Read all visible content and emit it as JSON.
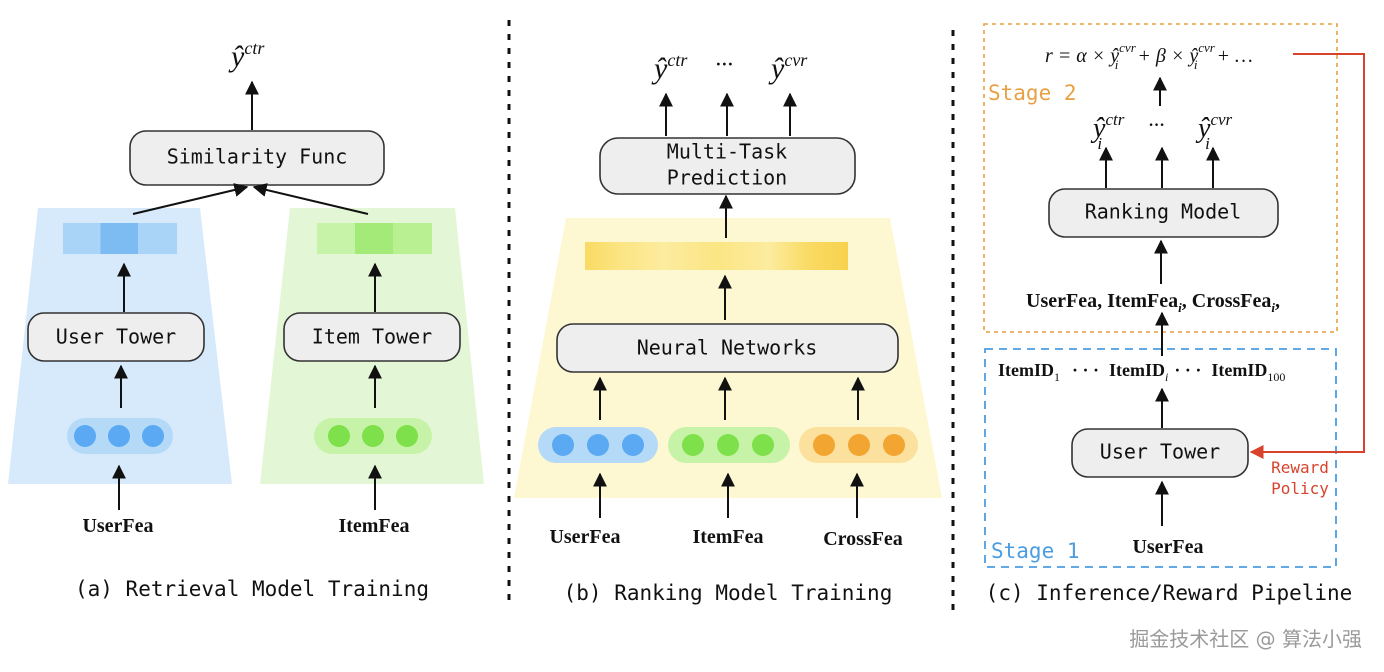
{
  "panel_a": {
    "caption": "(a) Retrieval Model Training",
    "output": "ŷ",
    "output_sup": "ctr",
    "similarity_label": "Similarity Func",
    "user_tower_label": "User Tower",
    "item_tower_label": "Item Tower",
    "user_feature": "UserFea",
    "item_feature": "ItemFea"
  },
  "panel_b": {
    "caption": "(b) Ranking Model Training",
    "output_ctr": "ŷ",
    "output_ctr_sup": "ctr",
    "output_dots": "···",
    "output_cvr": "ŷ",
    "output_cvr_sup": "cvr",
    "mtl_line1": "Multi-Task",
    "mtl_line2": "Prediction",
    "nn_label": "Neural Networks",
    "user_feature": "UserFea",
    "item_feature": "ItemFea",
    "cross_feature": "CrossFea"
  },
  "panel_c": {
    "caption": "(c) Inference/Reward Pipeline",
    "reward_formula": "r = α × ŷ",
    "reward_formula_sup1": "cvr",
    "reward_formula_sub1": "i",
    "reward_formula_mid": " + β × ŷ",
    "reward_formula_sup2": "cvr",
    "reward_formula_sub2": "i",
    "reward_formula_end": " + …",
    "stage2_label": "Stage 2",
    "stage1_label": "Stage 1",
    "output_ctr": "ŷ",
    "output_ctr_sup": "ctr",
    "output_ctr_sub": "i",
    "output_dots": "···",
    "output_cvr": "ŷ",
    "output_cvr_sup": "cvr",
    "output_cvr_sub": "i",
    "ranking_model_label": "Ranking Model",
    "features_line": "UserFea, ItemFea",
    "features_sub1": "i",
    "features_mid": ", CrossFea",
    "features_sub2": "i",
    "features_end": ",",
    "item_first": "ItemID",
    "item_first_sub": "1",
    "item_dots1": "· · ·",
    "item_mid": "ItemID",
    "item_mid_sub": "i",
    "item_dots2": "· · ·",
    "item_last": "ItemID",
    "item_last_sub": "100",
    "user_tower_label": "User Tower",
    "reward_policy_line1": "Reward",
    "reward_policy_line2": "Policy",
    "user_feature": "UserFea"
  },
  "watermark": "掘金技术社区 @ 算法小强",
  "colors": {
    "blue_panel": "#d6eafb",
    "green_panel": "#e3f7d6",
    "yellow_panel": "#fdf8d2",
    "blue_dot": "#5aa9f2",
    "green_dot": "#7ee04a",
    "orange_dot": "#f2a530",
    "stage2_border": "#e8a045",
    "stage2_text": "#e8a045",
    "stage1_border": "#4a9de0",
    "stage1_text": "#4a9de0",
    "reward_red": "#d8432e"
  }
}
